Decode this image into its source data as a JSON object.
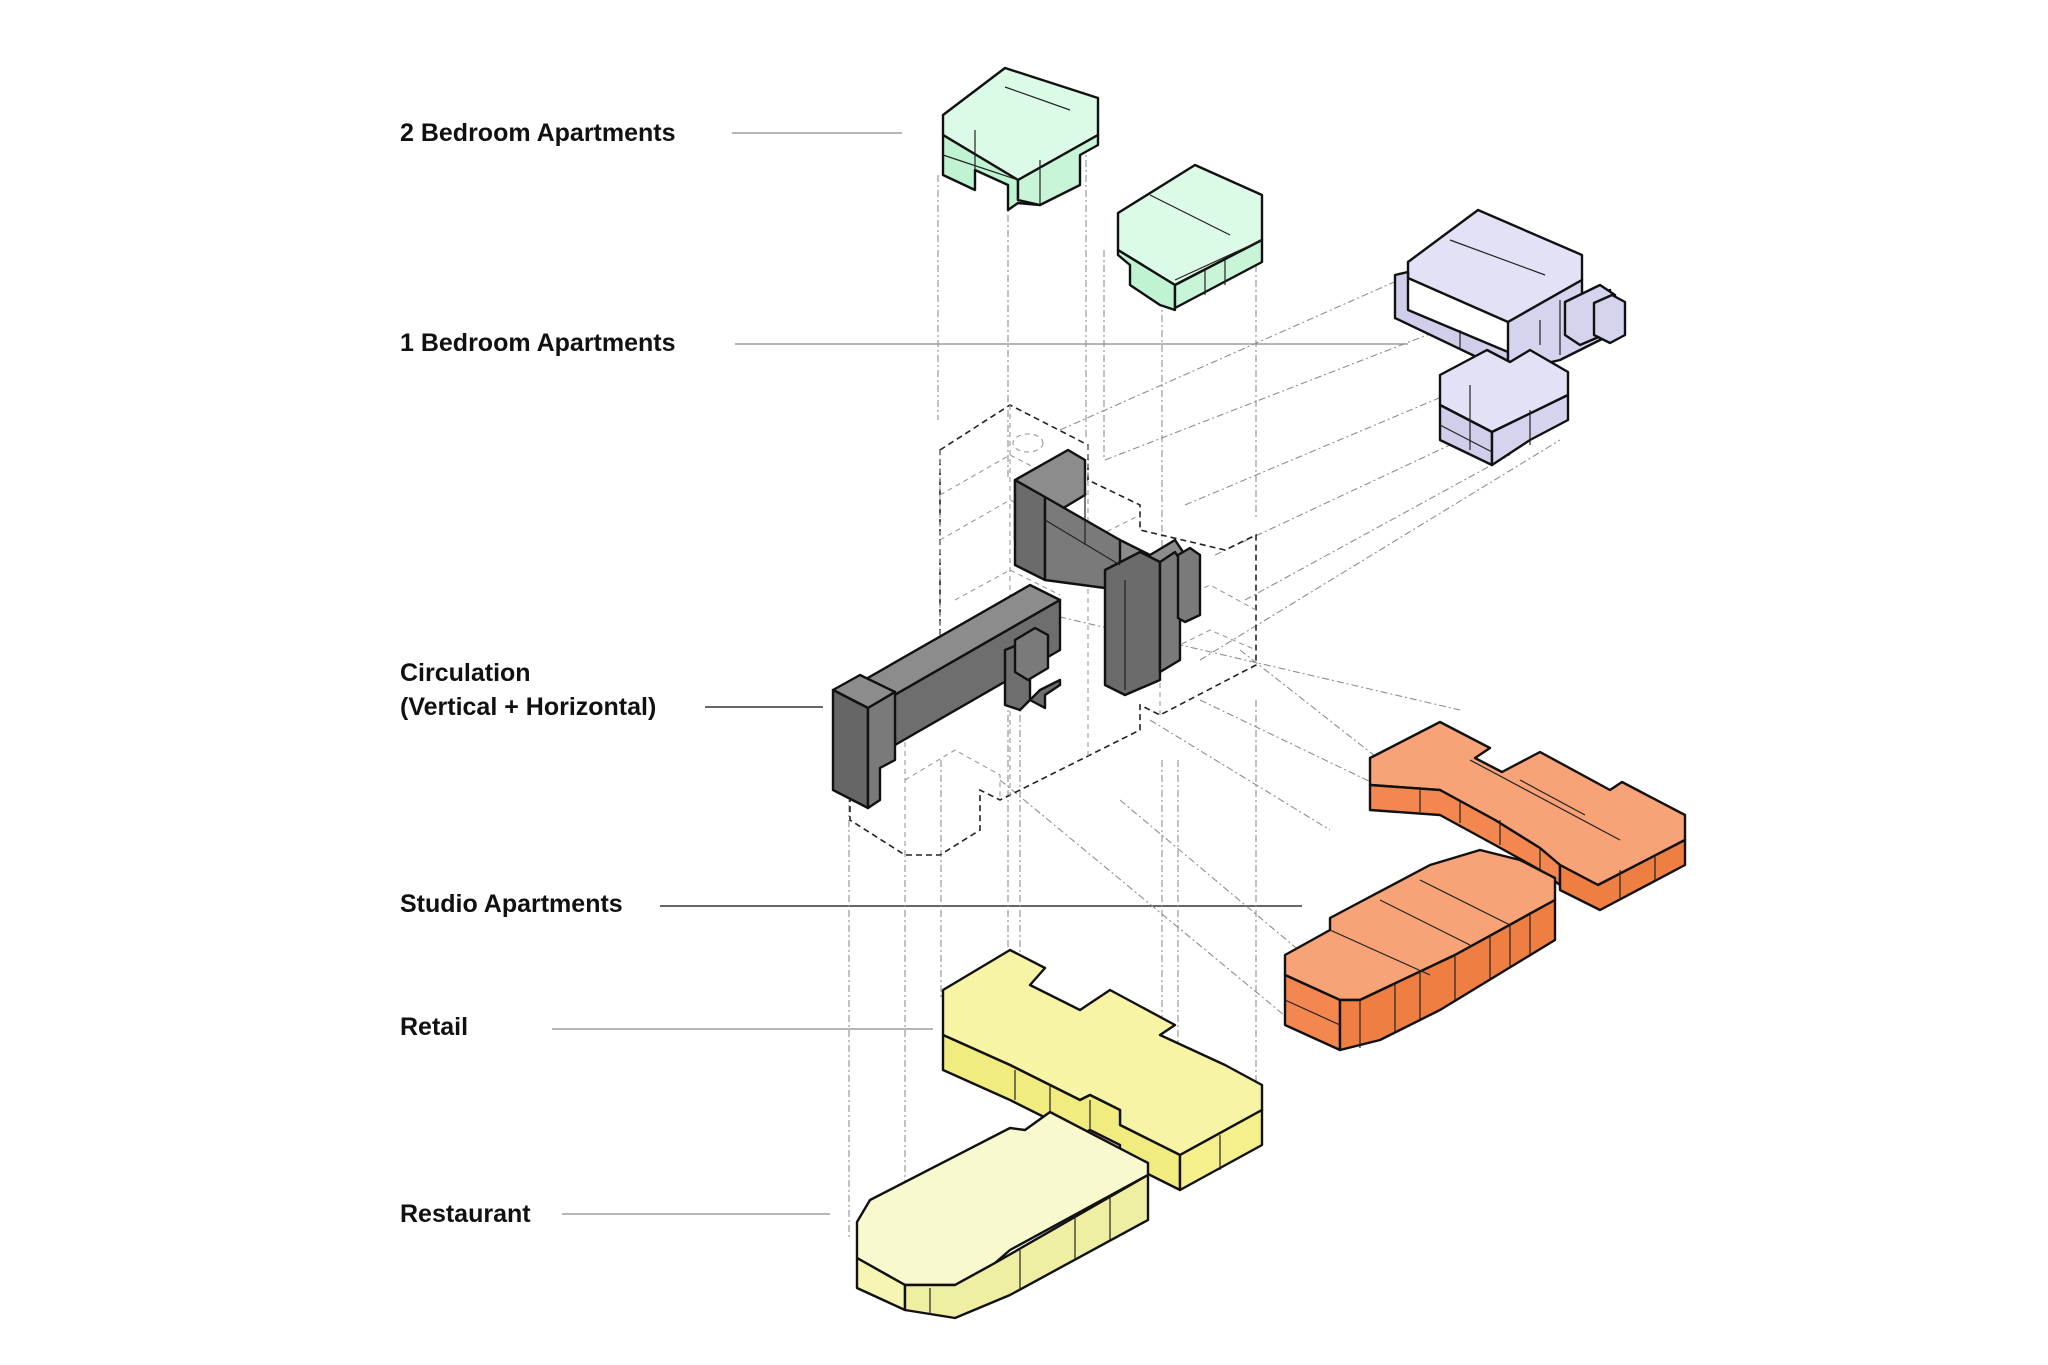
{
  "labels": {
    "two_bed": "2 Bedroom Apartments",
    "one_bed": "1 Bedroom Apartments",
    "circ_line1": "Circulation",
    "circ_line2": "(Vertical + Horizontal)",
    "studio": "Studio Apartments",
    "retail": "Retail",
    "restaurant": "Restaurant"
  },
  "colors": {
    "two_bed": "#c8f5d8",
    "one_bed": "#d4d4ef",
    "circulation": "#777777",
    "studio": "#f4874f",
    "retail": "#f5f08c",
    "restaurant": "#f5f6b3"
  }
}
